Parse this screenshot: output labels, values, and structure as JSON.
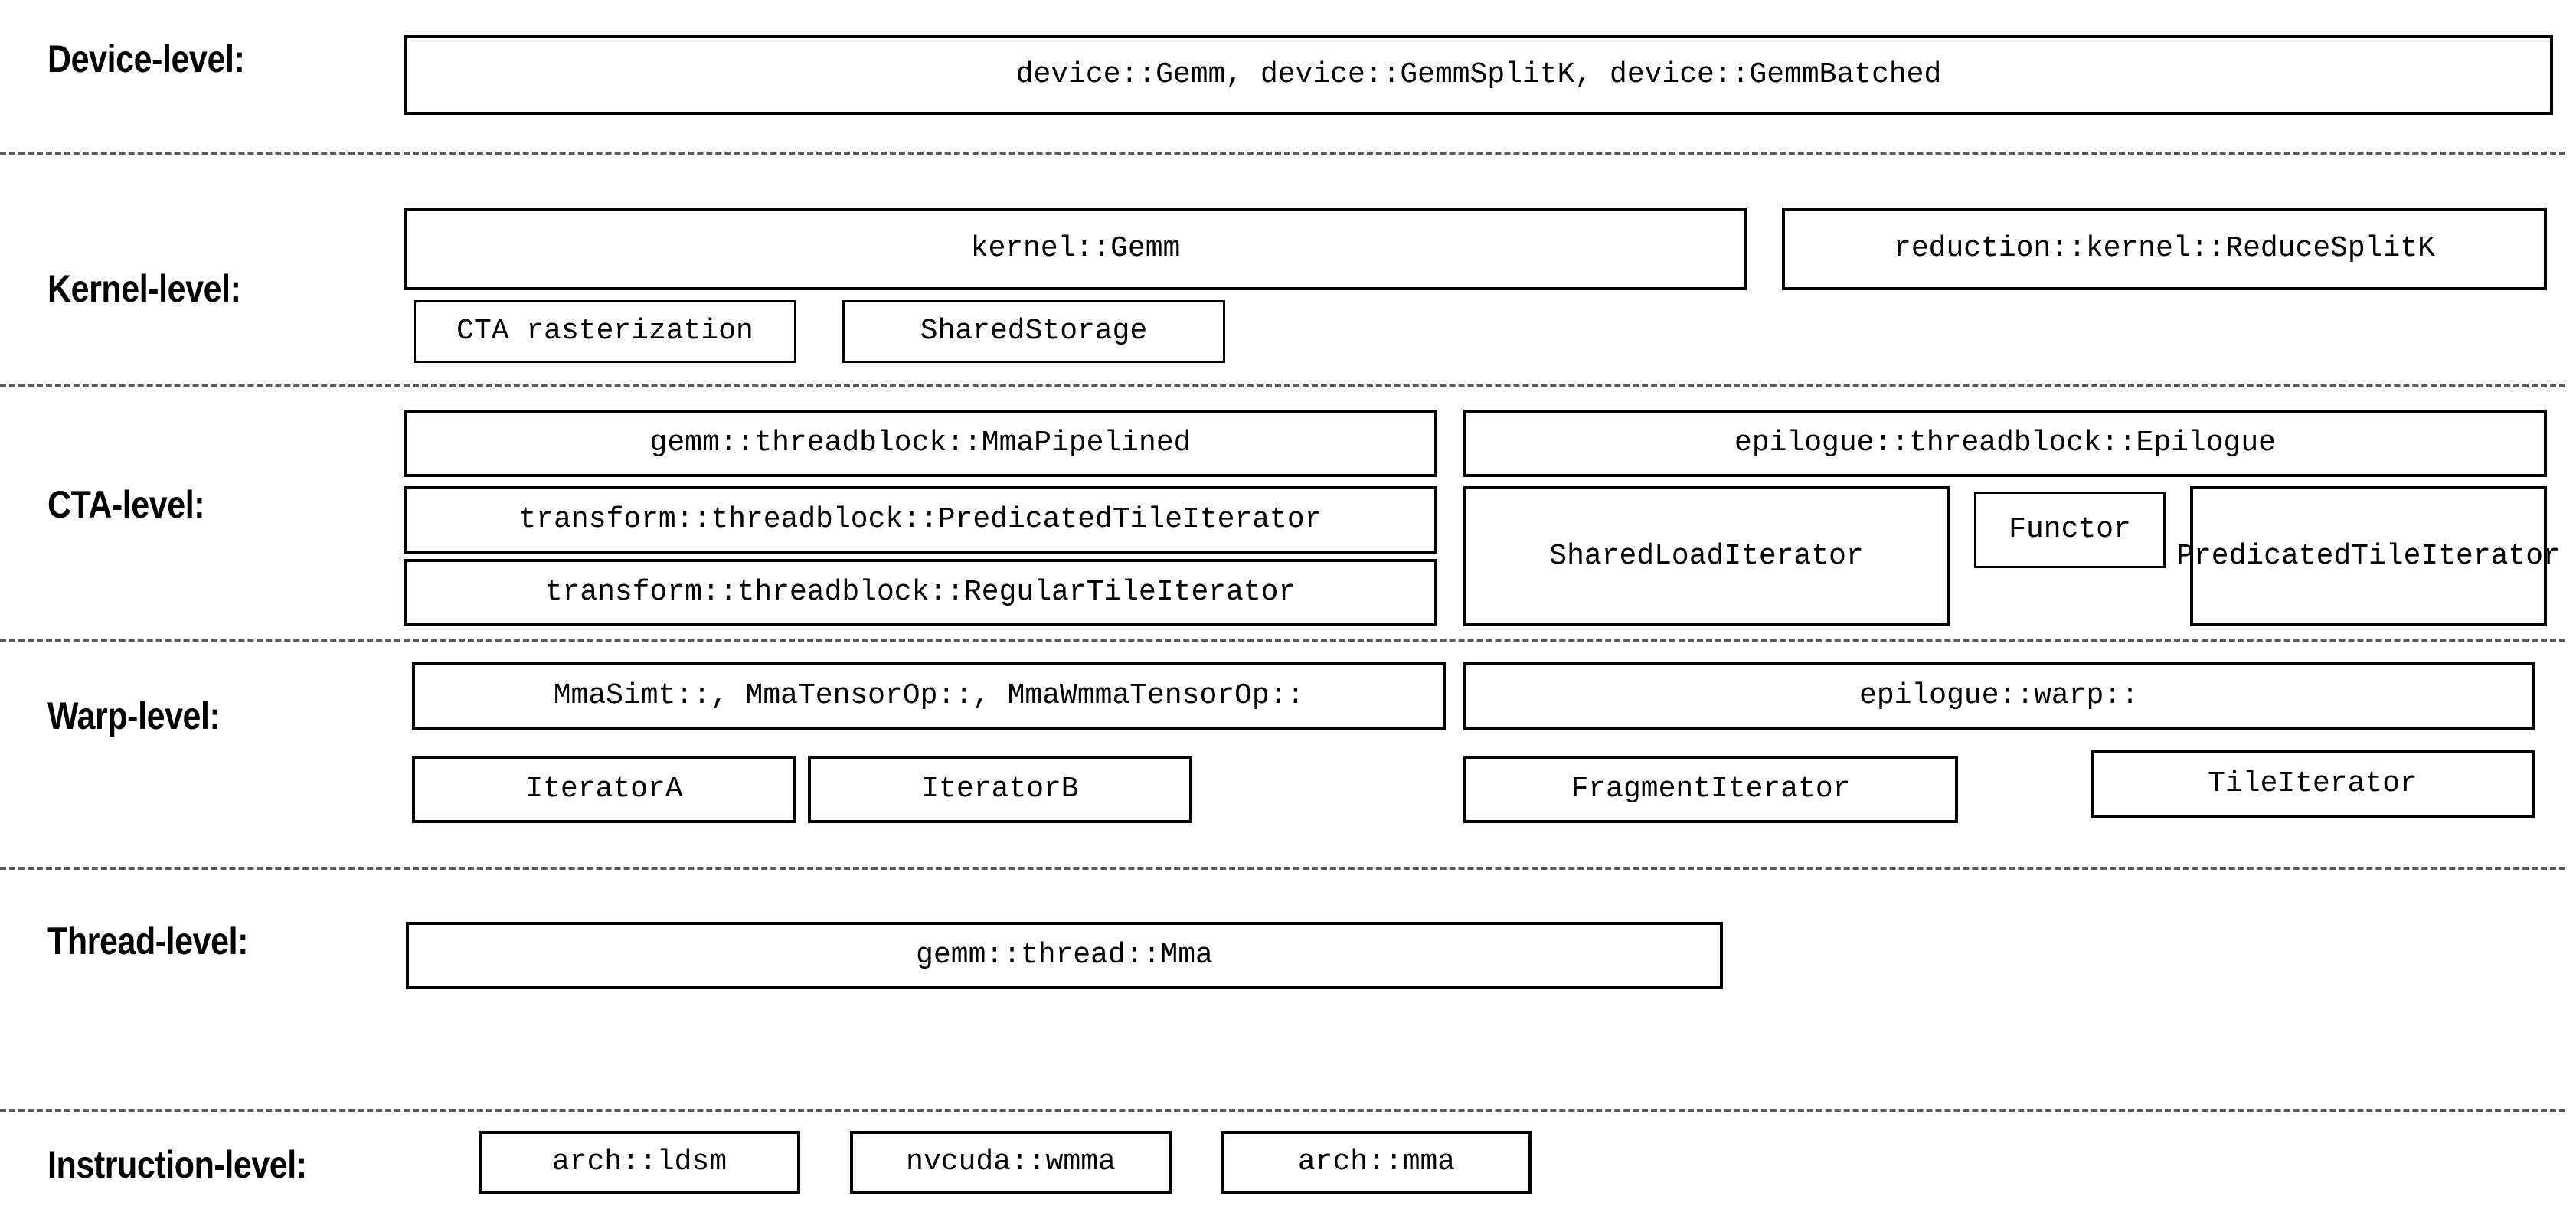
{
  "figure": {
    "title": "CUTLASS template hierarchy",
    "background_color": "#ffffff",
    "line_color": "#000000",
    "divider_color": "#5a5a5a"
  },
  "levels": [
    {
      "label": "Device-level:",
      "boxes": [
        {
          "text": "device::Gemm, device::GemmSplitK, device::GemmBatched"
        }
      ]
    },
    {
      "label": "Kernel-level:",
      "boxes": [
        {
          "text": "kernel::Gemm"
        },
        {
          "text": "reduction::kernel::ReduceSplitK"
        },
        {
          "text": "CTA rasterization"
        },
        {
          "text": "SharedStorage"
        }
      ]
    },
    {
      "label": "CTA-level:",
      "boxes": [
        {
          "text": "gemm::threadblock::MmaPipelined"
        },
        {
          "text": "transform::threadblock::PredicatedTileIterator"
        },
        {
          "text": "transform::threadblock::RegularTileIterator"
        },
        {
          "text": "epilogue::threadblock::Epilogue"
        },
        {
          "text": "SharedLoadIterator"
        },
        {
          "text": "Functor"
        },
        {
          "text": "PredicatedTileIterator"
        }
      ]
    },
    {
      "label": "Warp-level:",
      "boxes": [
        {
          "text": "MmaSimt::, MmaTensorOp::, MmaWmmaTensorOp::"
        },
        {
          "text": "epilogue::warp::"
        },
        {
          "text": "IteratorA"
        },
        {
          "text": "IteratorB"
        },
        {
          "text": "FragmentIterator"
        },
        {
          "text": "TileIterator"
        }
      ]
    },
    {
      "label": "Thread-level:",
      "boxes": [
        {
          "text": "gemm::thread::Mma"
        }
      ]
    },
    {
      "label": "Instruction-level:",
      "boxes": [
        {
          "text": "arch::ldsm"
        },
        {
          "text": "nvcuda::wmma"
        },
        {
          "text": "arch::mma"
        }
      ]
    }
  ]
}
